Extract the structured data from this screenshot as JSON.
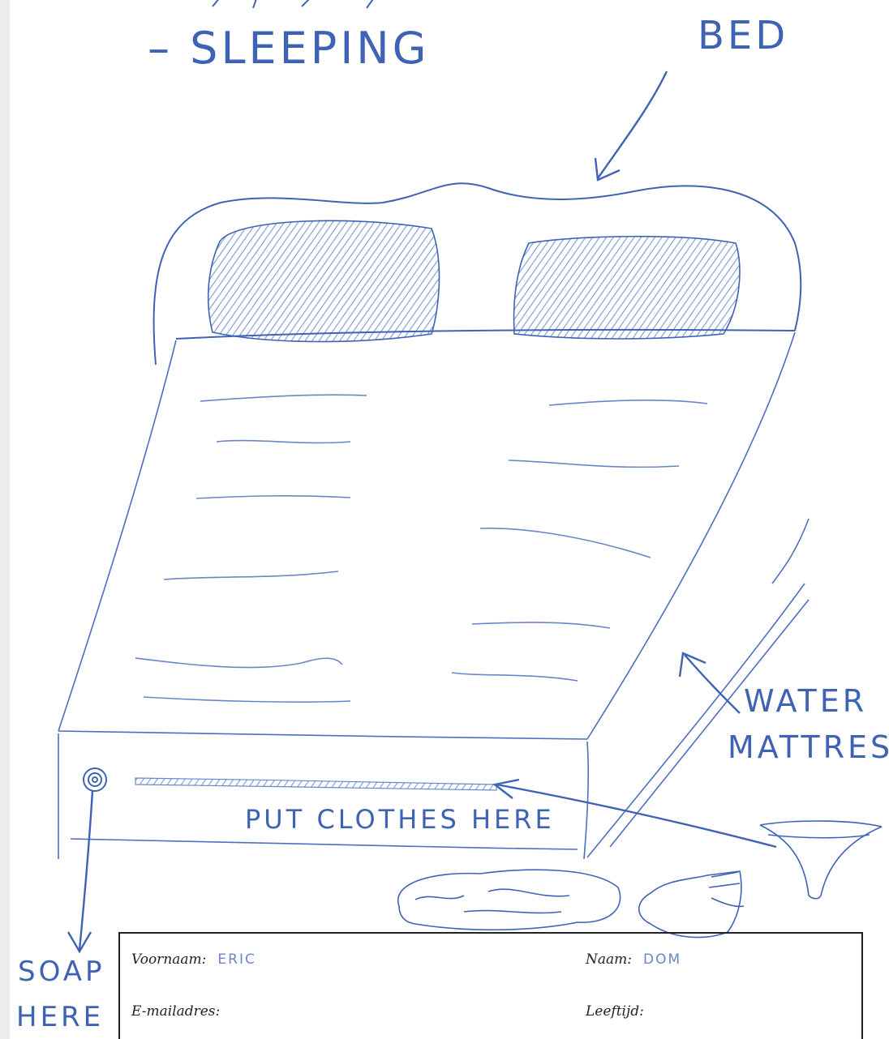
{
  "labels": {
    "title": "– SLEEPING",
    "bed": "BED",
    "water_1": "WATER",
    "water_2": "MATTRES",
    "clothes": "PUT CLOTHES HERE",
    "soap_1": "SOAP",
    "soap_2": "HERE"
  },
  "form": {
    "voornaam_label": "Voornaam:",
    "voornaam_value": "ERIC",
    "naam_label": "Naam:",
    "naam_value": "DOM",
    "email_label": "E-mailadres:",
    "email_value": "",
    "leeftijd_label": "Leeftijd:",
    "leeftijd_value": ""
  },
  "colors": {
    "ink": "#3f63b4",
    "ink_light": "#7c98d6",
    "paper": "#ffffff",
    "page_bg": "#ececec"
  }
}
